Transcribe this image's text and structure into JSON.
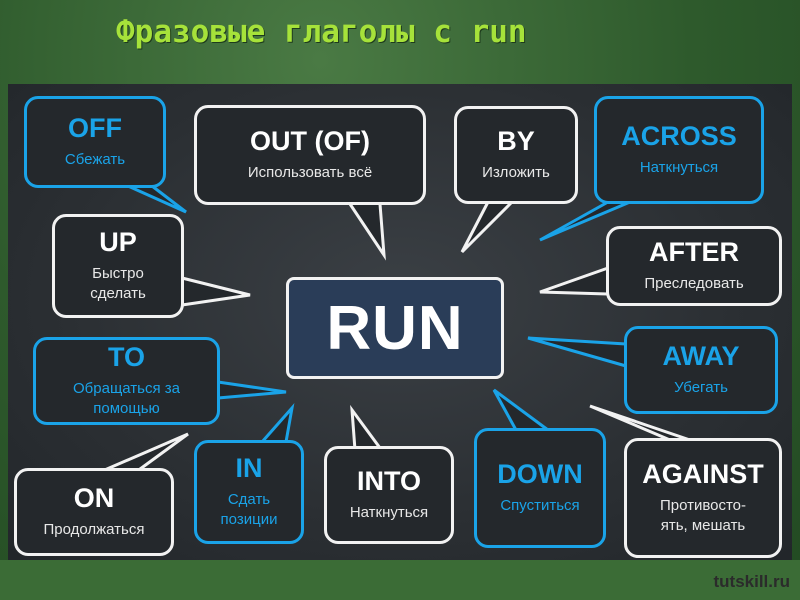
{
  "title": "Фразовые глаголы с run",
  "center_word": "RUN",
  "nodes": {
    "off": {
      "verb": "OFF",
      "translation": "Сбежать",
      "style": "blue"
    },
    "out_of": {
      "verb": "OUT (OF)",
      "translation": "Использовать всё",
      "style": "white"
    },
    "by": {
      "verb": "BY",
      "translation": "Изложить",
      "style": "white"
    },
    "across": {
      "verb": "ACROSS",
      "translation": "Наткнуться",
      "style": "blue"
    },
    "up": {
      "verb": "UP",
      "translation": "Быстро\nсделать",
      "style": "white"
    },
    "after": {
      "verb": "AFTER",
      "translation": "Преследовать",
      "style": "white"
    },
    "to": {
      "verb": "TO",
      "translation": "Обращаться за\nпомощью",
      "style": "blue"
    },
    "away": {
      "verb": "AWAY",
      "translation": "Убегать",
      "style": "blue"
    },
    "in": {
      "verb": "IN",
      "translation": "Сдать\nпозиции",
      "style": "blue"
    },
    "into": {
      "verb": "INTO",
      "translation": "Наткнуться",
      "style": "white"
    },
    "down": {
      "verb": "DOWN",
      "translation": "Спуститься",
      "style": "blue"
    },
    "against": {
      "verb": "AGAINST",
      "translation": "Противосто-\nять, мешать",
      "style": "white"
    },
    "on": {
      "verb": "ON",
      "translation": "Продолжаться",
      "style": "white"
    }
  },
  "colors": {
    "accent_blue": "#1aa3e8",
    "title_green": "#a6e23a",
    "center_fill": "#2a3d58",
    "board": "#2b2f33"
  },
  "credit": "tutskill.ru"
}
